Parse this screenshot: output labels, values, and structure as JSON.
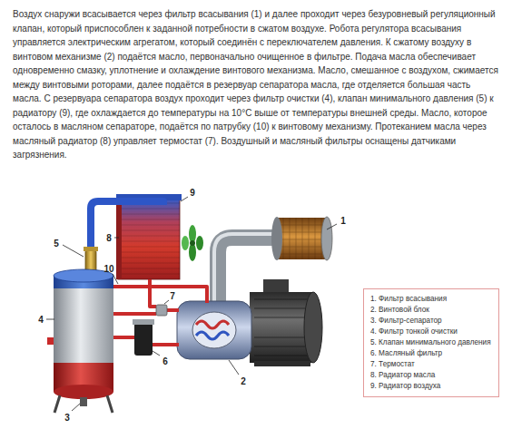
{
  "diagram": {
    "caption": "Воздух снаружи всасывается через фильтр всасывания (1) и далее проходит через безуровневый регуляционный клапан, который приспособлен к заданной потребности в сжатом воздухе. Робота регулятора всасывания управляется электрическим агрегатом, который соединён с переключателем давления. К сжатому воздуху в винтовом механизме (2) подаётся масло, первоначально очищенное в фильтре. Подача масла обеспечивает одновременно смазку, уплотнение и охлаждение винтового механизма. Масло, смешанное с воздухом, сжимается между винтовыми роторами, далее подаётся в резервуар сепаратора масла, где отделяется большая часть масла. С резервуара сепаратора воздух проходит через фильтр очистки (4), клапан минимального давления (5) к радиатору (9), где охлаждается до температуры на 10°C выше от температуры внешней среды. Масло, которое осталось в масляном сепараторе, подаётся по патрубку (10) к винтовому механизму. Протеканием масла через масляный радиатор (8) управляет термостат (7). Воздушный и масляный фильтры оснащены датчиками загрязнения.",
    "labels": [
      "1",
      "2",
      "3",
      "4",
      "5",
      "6",
      "7",
      "8",
      "9",
      "10"
    ],
    "legend": [
      {
        "text": "1. Фильтр всасывания"
      },
      {
        "text": "2. Винтовой блок"
      },
      {
        "text": "3. Фильтр-сепаратор"
      },
      {
        "text": "4. Фильтр тонкой очистки"
      },
      {
        "text": "5. Клапан минимального давления"
      },
      {
        "text": "6. Масляный фильтр"
      },
      {
        "text": "7. Термостат"
      },
      {
        "text": "8. Радиатор масла"
      },
      {
        "text": "9. Радиатор воздуха"
      }
    ]
  }
}
